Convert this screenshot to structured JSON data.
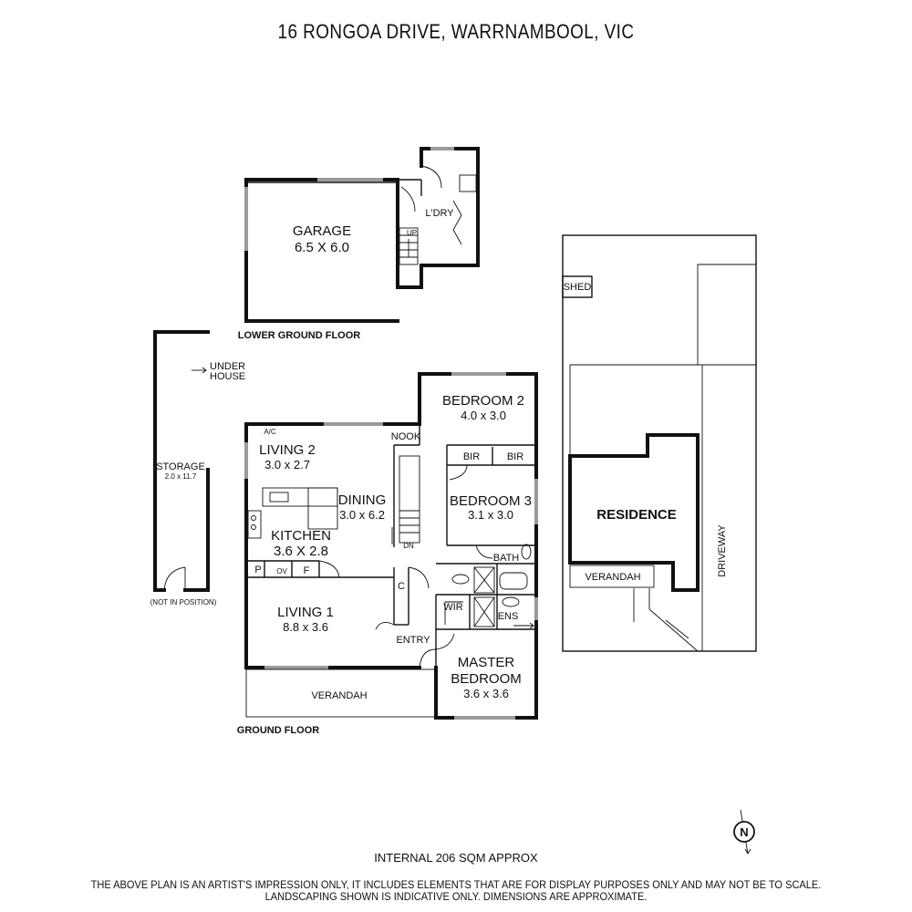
{
  "title": "16 RONGOA DRIVE, WARRNAMBOOL, VIC",
  "floors": {
    "lower": "LOWER GROUND FLOOR",
    "ground": "GROUND FLOOR"
  },
  "rooms": {
    "garage": {
      "name": "GARAGE",
      "dims": "6.5 X 6.0"
    },
    "laundry": {
      "name": "L'DRY"
    },
    "up": "UP",
    "under_house": [
      "UNDER",
      "HOUSE"
    ],
    "storage": {
      "name": "STORAGE",
      "dims": "2.0 x 11.7",
      "note": "(NOT IN POSITION)"
    },
    "bedroom2": {
      "name": "BEDROOM 2",
      "dims": "4.0 x 3.0"
    },
    "nook": "NOOK",
    "bir": "BIR",
    "ac": "A/C",
    "living2": {
      "name": "LIVING 2",
      "dims": "3.0 x 2.7"
    },
    "dining": {
      "name": "DINING",
      "dims": "3.0 x 6.2"
    },
    "bedroom3": {
      "name": "BEDROOM 3",
      "dims": "3.1 x 3.0"
    },
    "kitchen": {
      "name": "KITCHEN",
      "dims": "3.6 X 2.8"
    },
    "dn": "DN",
    "pantry": "P",
    "oven": "OV",
    "fridge": "F",
    "cupboard": "C",
    "bath": "BATH",
    "wir": "WIR",
    "ens": "ENS",
    "living1": {
      "name": "LIVING 1",
      "dims": "8.8 x 3.6"
    },
    "entry": "ENTRY",
    "master": {
      "name1": "MASTER",
      "name2": "BEDROOM",
      "dims": "3.6 x 3.6"
    },
    "verandah": "VERANDAH"
  },
  "site": {
    "shed": "SHED",
    "residence": "RESIDENCE",
    "verandah": "VERANDAH",
    "driveway": "DRIVEWAY"
  },
  "compass": "N",
  "internal_area": "INTERNAL 206 SQM APPROX",
  "disclaimer_line1": "THE ABOVE PLAN IS AN ARTIST'S IMPRESSION ONLY, IT INCLUDES ELEMENTS THAT ARE FOR DISPLAY PURPOSES ONLY AND MAY NOT BE TO SCALE.",
  "disclaimer_line2": "LANDSCAPING SHOWN IS INDICATIVE ONLY. DIMENSIONS ARE APPROXIMATE."
}
